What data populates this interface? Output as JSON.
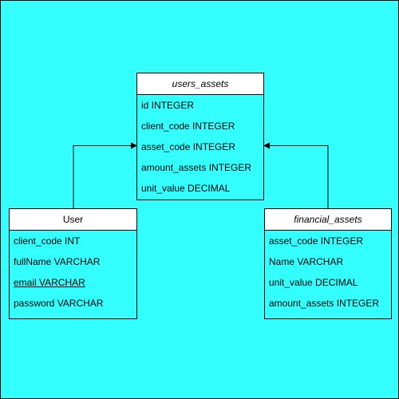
{
  "entities": {
    "users_assets": {
      "title": "users_assets",
      "fields": [
        "id  INTEGER",
        "client_code  INTEGER",
        "asset_code  INTEGER",
        "amount_assets  INTEGER",
        "unit_value  DECIMAL"
      ]
    },
    "user": {
      "title": "User",
      "fields": [
        "client_code  INT",
        "fullName  VARCHAR",
        "email  VARCHAR",
        "password VARCHAR"
      ]
    },
    "financial_assets": {
      "title": "financial_assets",
      "fields": [
        "asset_code  INTEGER",
        "Name  VARCHAR",
        "unit_value  DECIMAL",
        "amount_assets  INTEGER"
      ]
    }
  },
  "colors": {
    "background": "#33ffff",
    "header_fill": "#ffffff",
    "stroke": "#000000"
  }
}
